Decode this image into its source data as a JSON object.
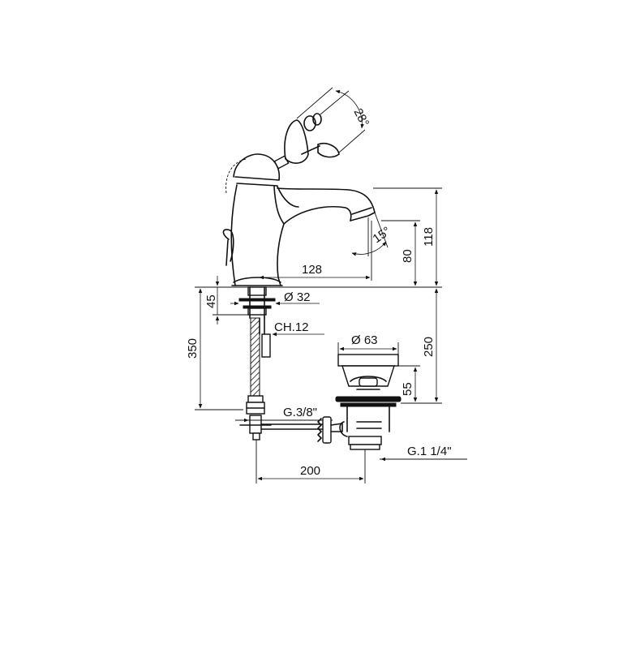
{
  "dimensions": {
    "angle_handle": "28°",
    "angle_spout": "15°",
    "height_total": "118",
    "height_spout": "80",
    "reach": "128",
    "shank_length": "45",
    "shank_diameter": "Ø 32",
    "hose_length": "350",
    "hex_key": "CH.12",
    "inlet_thread": "G.3/8\"",
    "drain_diameter": "Ø 63",
    "drain_height": "250",
    "plug_height": "55",
    "rod_length": "200",
    "drain_thread": "G.1 1/4\""
  }
}
